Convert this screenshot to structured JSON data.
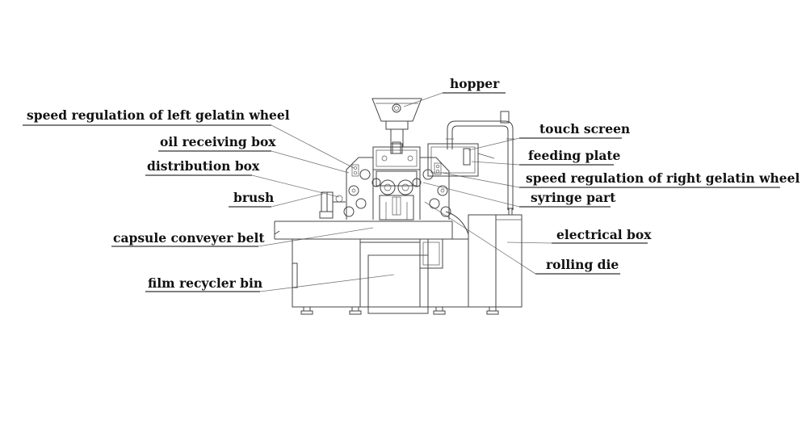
{
  "labels": {
    "hopper": "hopper",
    "speed_left": "speed regulation of left gelatin wheel",
    "oil_box": "oil receiving box",
    "distribution_box": "distribution box",
    "brush": "brush",
    "conveyer": "capsule conveyer belt",
    "film_bin": "film recycler bin",
    "touch_screen": "touch screen",
    "feeding_plate": "feeding plate",
    "speed_right": "speed regulation of right gelatin wheel",
    "syringe": "syringe part",
    "electrical_box": "electrical box",
    "rolling_die": "rolling die"
  },
  "colors": {
    "line": "#444444",
    "text": "#111111",
    "background": "#ffffff"
  }
}
